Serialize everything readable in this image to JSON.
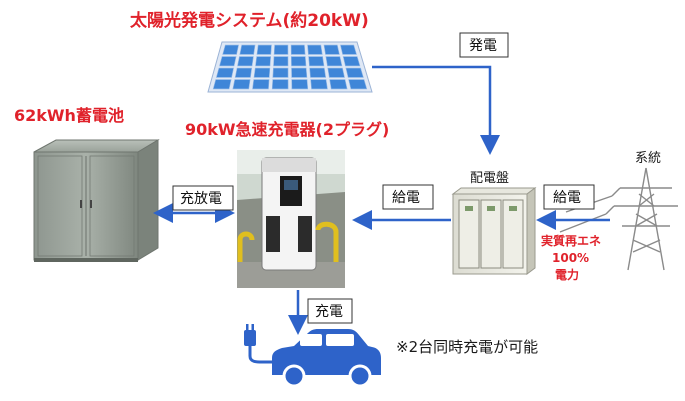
{
  "labels": {
    "solar_title": "太陽光発電システム(約20kW)",
    "battery_title": "62kWh蓄電池",
    "charger_title": "90kW急速充電器(2プラグ)",
    "panel_title": "配電盤",
    "grid_title": "系統",
    "renewable_line1": "実質再エネ",
    "renewable_line2": "100%",
    "renewable_line3": "電力",
    "note": "※2台同時充電が可能"
  },
  "flows": {
    "generation": "発電",
    "supply_to_charger": "給電",
    "supply_from_grid": "給電",
    "charge_discharge": "充放電",
    "charging": "充電"
  },
  "colors": {
    "accent_red": "#e0222b",
    "arrow_blue": "#2e63c9",
    "solar_blue": "#3f86d8"
  }
}
